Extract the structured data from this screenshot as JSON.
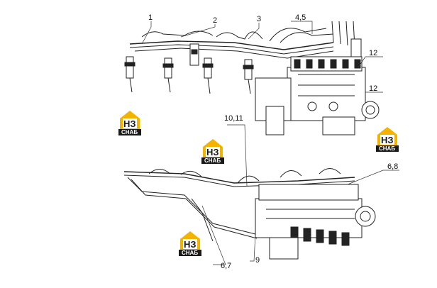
{
  "callouts": {
    "c1": "1",
    "c2": "2",
    "c3": "3",
    "c45": "4,5",
    "c12a": "12",
    "c12b": "12",
    "c1011": "10,11",
    "c68": "6,8",
    "c67": "6,7",
    "c9": "9"
  },
  "watermark": {
    "mark": "НЗ",
    "caption": "СНАБ",
    "accent_color": "#f2b400",
    "dark_color": "#1a1a1a"
  }
}
